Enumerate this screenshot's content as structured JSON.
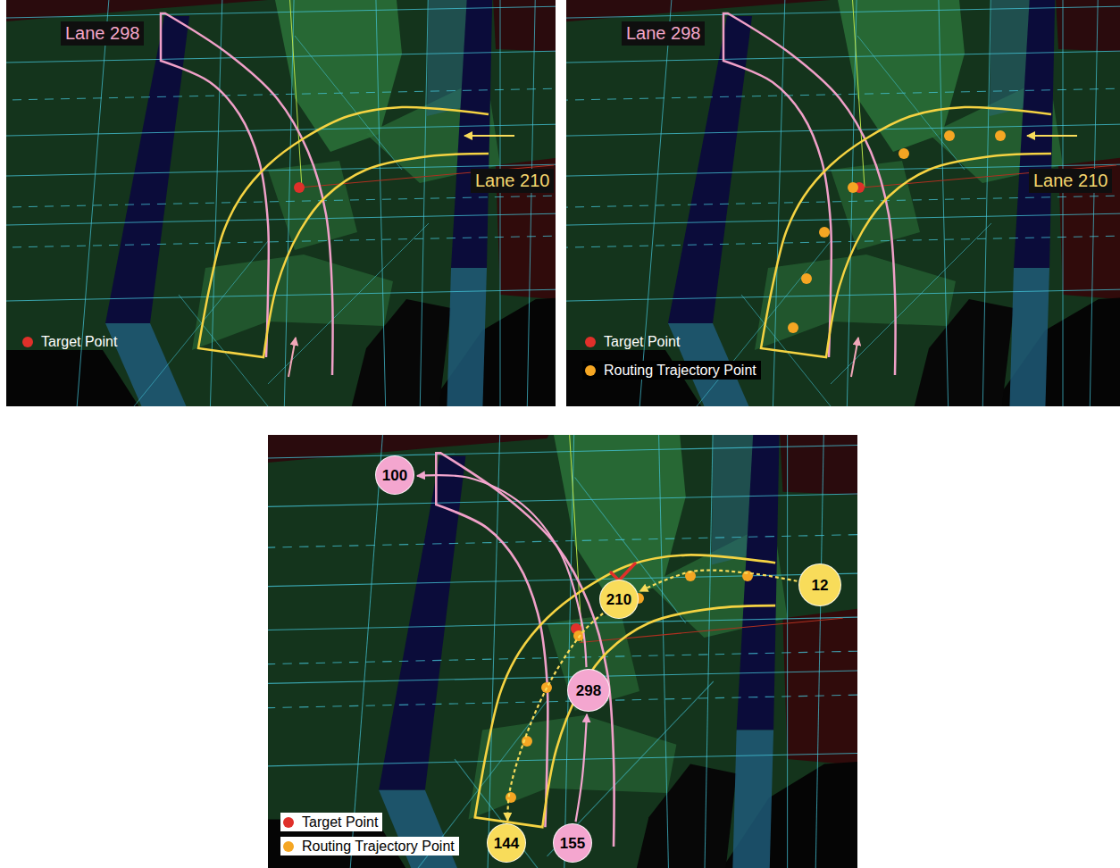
{
  "diagram": {
    "nodes": [
      {
        "text": [
          "100"
        ]
      },
      {
        "text": [
          "210"
        ]
      },
      {
        "text": [
          "12"
        ]
      },
      {
        "text": [
          "298"
        ]
      },
      {
        "text": [
          "144"
        ]
      },
      {
        "text": [
          "155"
        ]
      }
    ],
    "edges": [
      {
        "from": 5,
        "to": 3,
        "arrow": "to"
      },
      {
        "from": 3,
        "to": 0,
        "arrow": "to"
      },
      {
        "from": 2,
        "to": 1,
        "arrow": "to"
      },
      {
        "from": 1,
        "to": 4,
        "arrow": "to"
      }
    ],
    "labels": [
      "Lane 298",
      "Lane 210",
      "Lane 298",
      "Lane 210"
    ],
    "legend": [
      {
        "text": "Target Point",
        "color": "#e0302a"
      },
      {
        "text": "Target Point",
        "color": "#e0302a"
      },
      {
        "text": "Routing Trajectory Point",
        "color": "#f5a623"
      },
      {
        "text": "Target Point",
        "color": "#e0302a"
      },
      {
        "text": "Routing Trajectory Point",
        "color": "#f5a623"
      }
    ]
  }
}
